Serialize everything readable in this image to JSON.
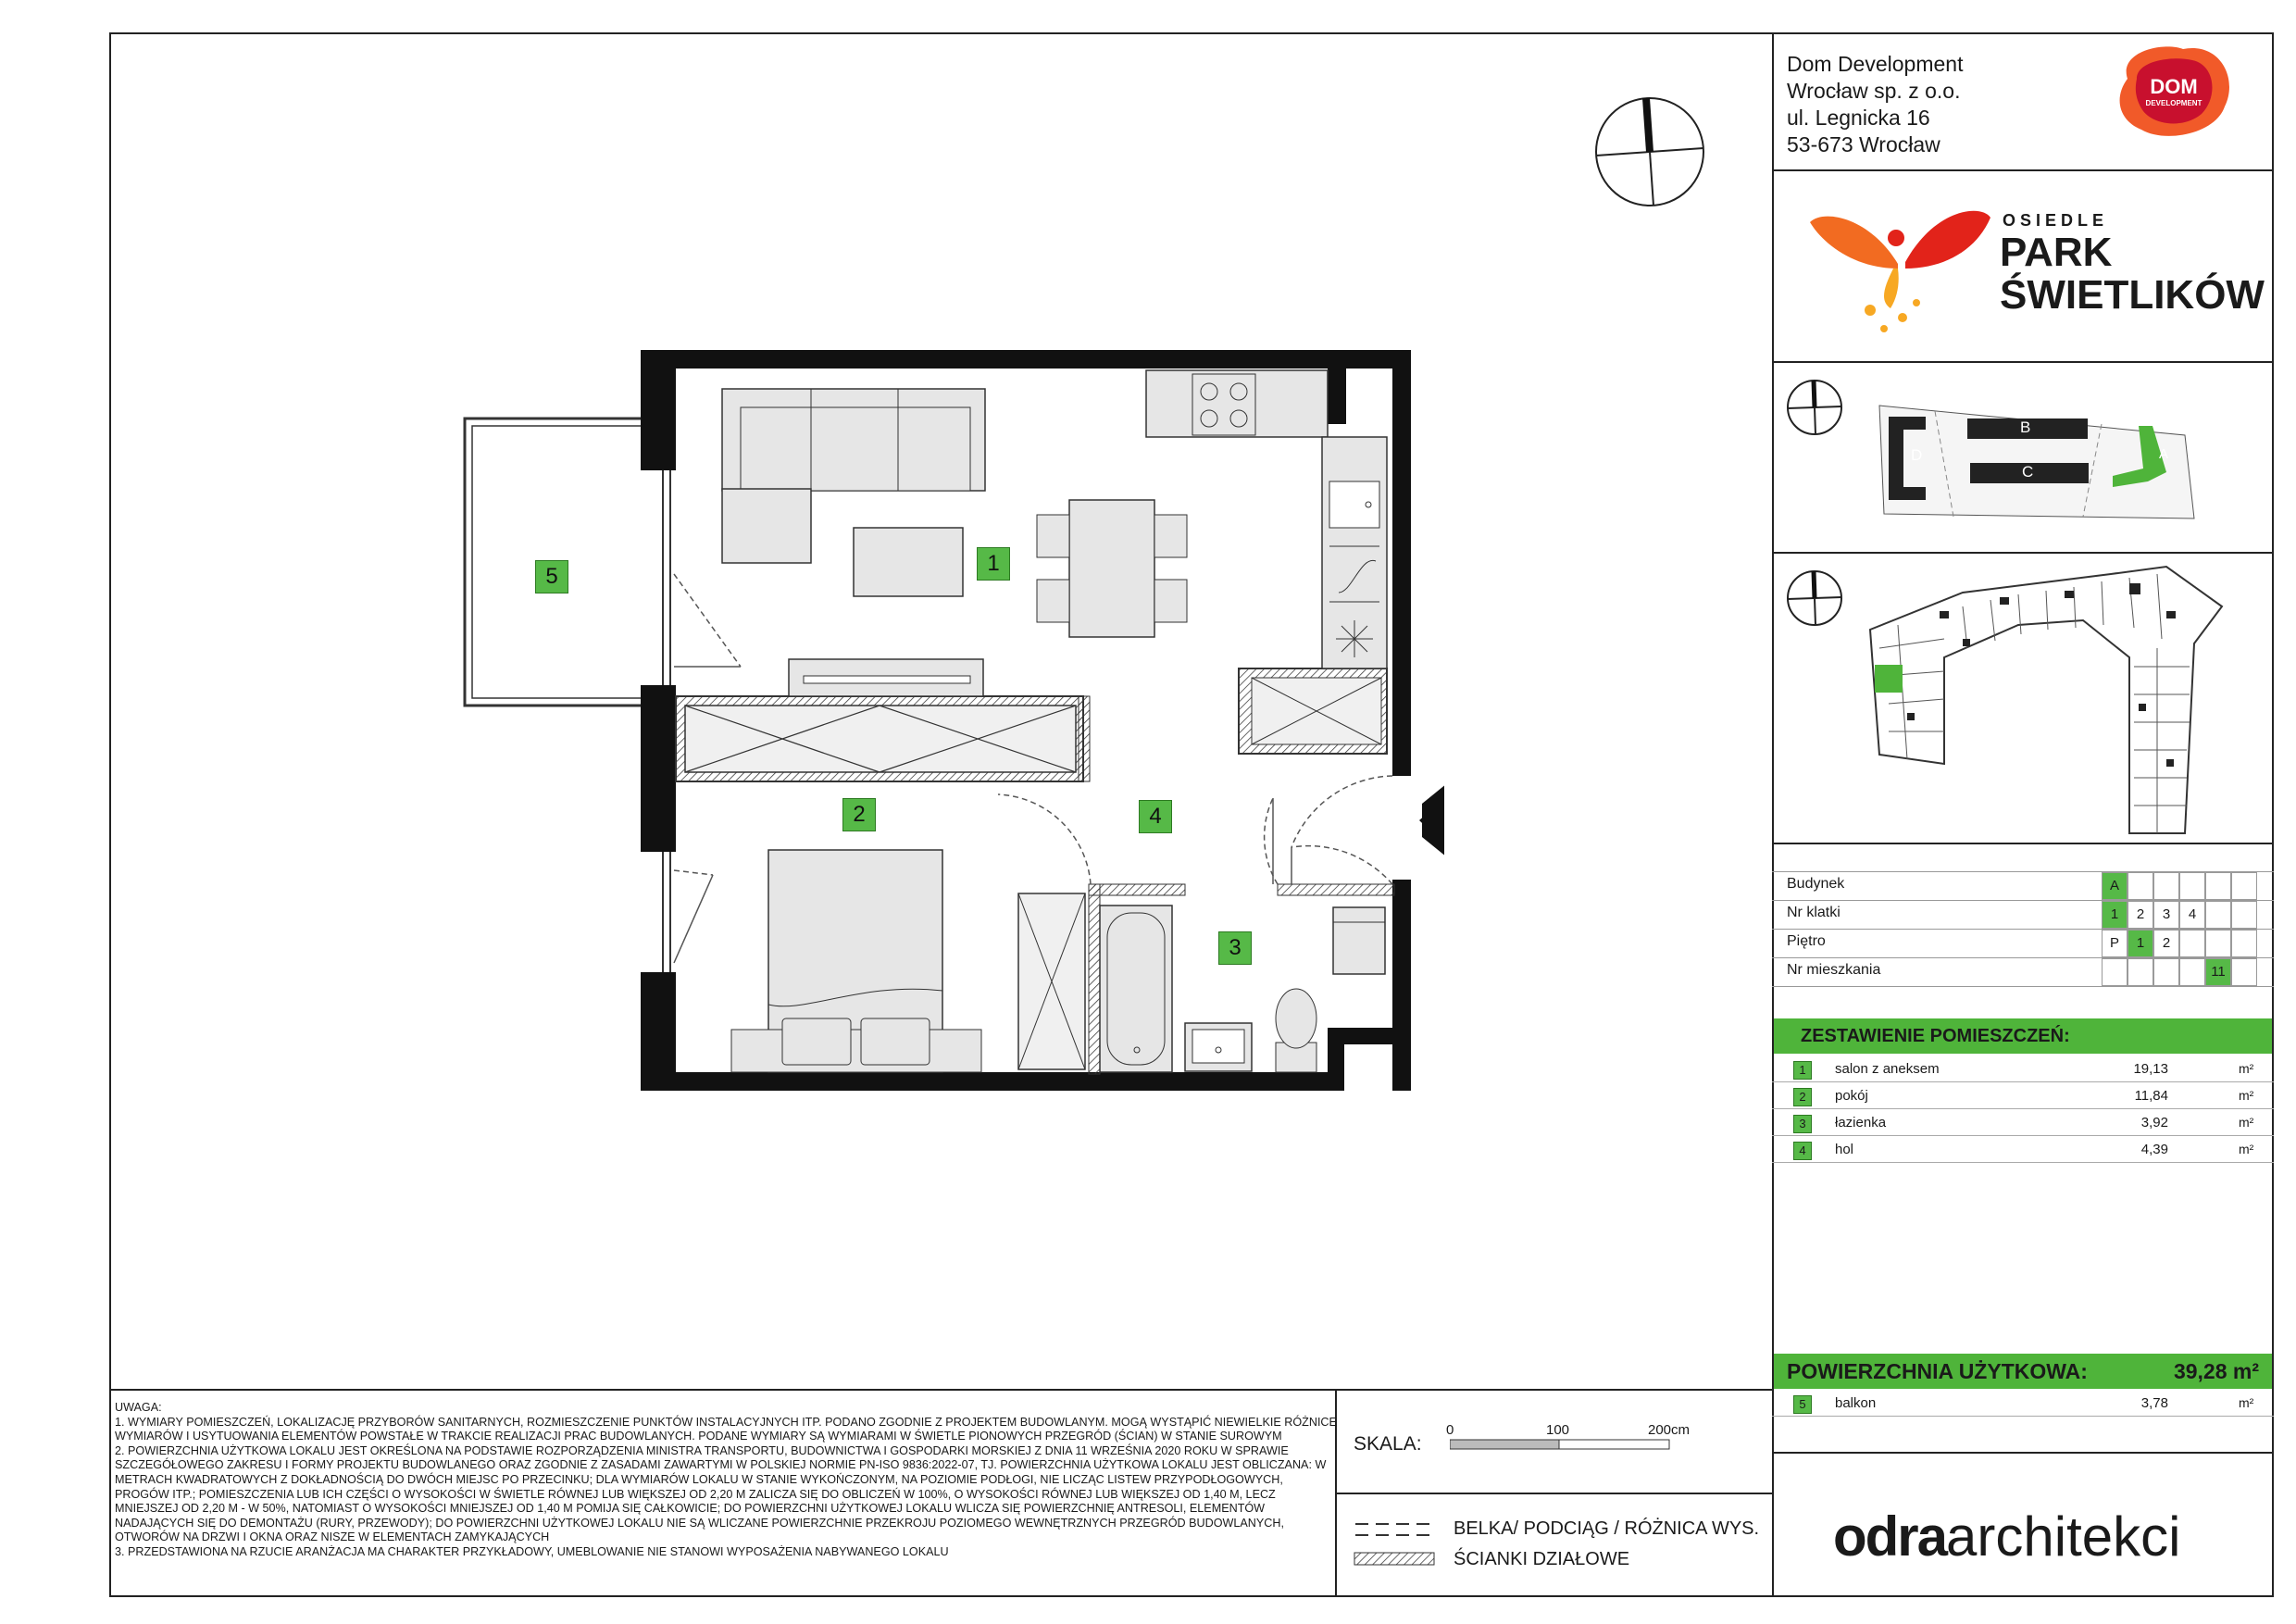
{
  "company": {
    "name_line1": "Dom Development",
    "name_line2": "Wrocław sp. z o.o.",
    "address_line1": "ul. Legnicka 16",
    "address_line2": "53-673 Wrocław",
    "logo_top": "DOM",
    "logo_bottom": "DEVELOPMENT"
  },
  "estate": {
    "line1": "OSIEDLE",
    "line2": "PARK",
    "line3": "ŚWIETLIKÓW"
  },
  "site_plan": {
    "buildings": [
      "B",
      "C",
      "D",
      "A"
    ]
  },
  "info_table": {
    "rows": [
      {
        "label": "Budynek",
        "cells": [
          "A",
          "",
          "",
          "",
          "",
          ""
        ],
        "active": [
          0
        ]
      },
      {
        "label": "Nr klatki",
        "cells": [
          "1",
          "2",
          "3",
          "4",
          "",
          ""
        ],
        "active": [
          0
        ]
      },
      {
        "label": "Piętro",
        "cells": [
          "P",
          "1",
          "2",
          "",
          "",
          ""
        ],
        "active": [
          1
        ]
      },
      {
        "label": "Nr mieszkania",
        "cells": [
          "",
          "",
          "",
          "",
          "11",
          ""
        ],
        "active": [
          4
        ]
      }
    ]
  },
  "rooms_summary": {
    "title": "ZESTAWIENIE POMIESZCZEŃ:",
    "rooms": [
      {
        "num": "1",
        "name": "salon z aneksem",
        "area": "19,13",
        "unit": "m²"
      },
      {
        "num": "2",
        "name": "pokój",
        "area": "11,84",
        "unit": "m²"
      },
      {
        "num": "3",
        "name": "łazienka",
        "area": "3,92",
        "unit": "m²"
      },
      {
        "num": "4",
        "name": "hol",
        "area": "4,39",
        "unit": "m²"
      }
    ],
    "usable_label": "POWIERZCHNIA UŻYTKOWA:",
    "usable_value": "39,28 m²",
    "extra": [
      {
        "num": "5",
        "name": "balkon",
        "area": "3,78",
        "unit": "m²"
      }
    ]
  },
  "plan_labels": [
    "1",
    "2",
    "3",
    "4",
    "5"
  ],
  "scale": {
    "label": "SKALA:",
    "ticks": [
      "0",
      "100",
      "200cm"
    ]
  },
  "legend": {
    "beam": "BELKA/ PODCIĄG / RÓŻNICA WYS.",
    "walls": "ŚCIANKI DZIAŁOWE"
  },
  "architect": {
    "part1": "odra",
    "part2": "architekci"
  },
  "notes": {
    "title": "UWAGA:",
    "n1": "1.   WYMIARY POMIESZCZEŃ, LOKALIZACJĘ PRZYBORÓW SANITARNYCH, ROZMIESZCZENIE PUNKTÓW INSTALACYJNYCH ITP. PODANO ZGODNIE Z PROJEKTEM BUDOWLANYM. MOGĄ WYSTĄPIĆ NIEWIELKIE RÓŻNICE WYMIARÓW I USYTUOWANIA ELEMENTÓW POWSTAŁE W TRAKCIE REALIZACJI PRAC BUDOWLANYCH. PODANE WYMIARY SĄ WYMIARAMI W ŚWIETLE PIONOWYCH PRZEGRÓD (ŚCIAN) W STANIE SUROWYM",
    "n2": "2.   POWIERZCHNIA UŻYTKOWA LOKALU JEST OKREŚLONA NA PODSTAWIE ROZPORZĄDZENIA MINISTRA TRANSPORTU, BUDOWNICTWA I GOSPODARKI MORSKIEJ Z DNIA 11 WRZEŚNIA 2020 ROKU W SPRAWIE SZCZEGÓŁOWEGO ZAKRESU I FORMY PROJEKTU BUDOWLANEGO ORAZ ZGODNIE Z ZASADAMI ZAWARTYMI W POLSKIEJ NORMIE PN-ISO 9836:2022-07, TJ. POWIERZCHNIA UŻYTKOWA LOKALU JEST OBLICZANA: W METRACH KWADRATOWYCH Z DOKŁADNOŚCIĄ DO DWÓCH MIEJSC PO PRZECINKU; DLA WYMIARÓW LOKALU W STANIE WYKOŃCZONYM, NA POZIOMIE PODŁOGI, NIE LICZĄC LISTEW PRZYPODŁOGOWYCH, PROGÓW ITP.; POMIESZCZENIA LUB ICH CZĘŚCI O WYSOKOŚCI W ŚWIETLE RÓWNEJ LUB WIĘKSZEJ OD 2,20 M ZALICZA SIĘ DO OBLICZEŃ W 100%, O WYSOKOŚCI RÓWNEJ LUB WIĘKSZEJ OD 1,40 M, LECZ MNIEJSZEJ OD 2,20 M - W 50%, NATOMIAST O WYSOKOŚCI MNIEJSZEJ OD 1,40 M POMIJA SIĘ CAŁKOWICIE; DO POWIERZCHNI UŻYTKOWEJ LOKALU WLICZA SIĘ POWIERZCHNIĘ ANTRESOLI, ELEMENTÓW NADAJĄCYCH SIĘ DO DEMONTAŻU (RURY, PRZEWODY); DO POWIERZCHNI UŻYTKOWEJ LOKALU NIE SĄ WLICZANE POWIERZCHNIE PRZEKROJU POZIOMEGO WEWNĘTRZNYCH PRZEGRÓD BUDOWLANYCH, OTWORÓW NA DRZWI I OKNA ORAZ NISZE W ELEMENTACH ZAMYKAJĄCYCH",
    "n3": "3.   PRZEDSTAWIONA NA RZUCIE ARANŻACJA MA CHARAKTER PRZYKŁADOWY, UMEBLOWANIE NIE STANOWI WYPOSAŻENIA NABYWANEGO LOKALU"
  }
}
